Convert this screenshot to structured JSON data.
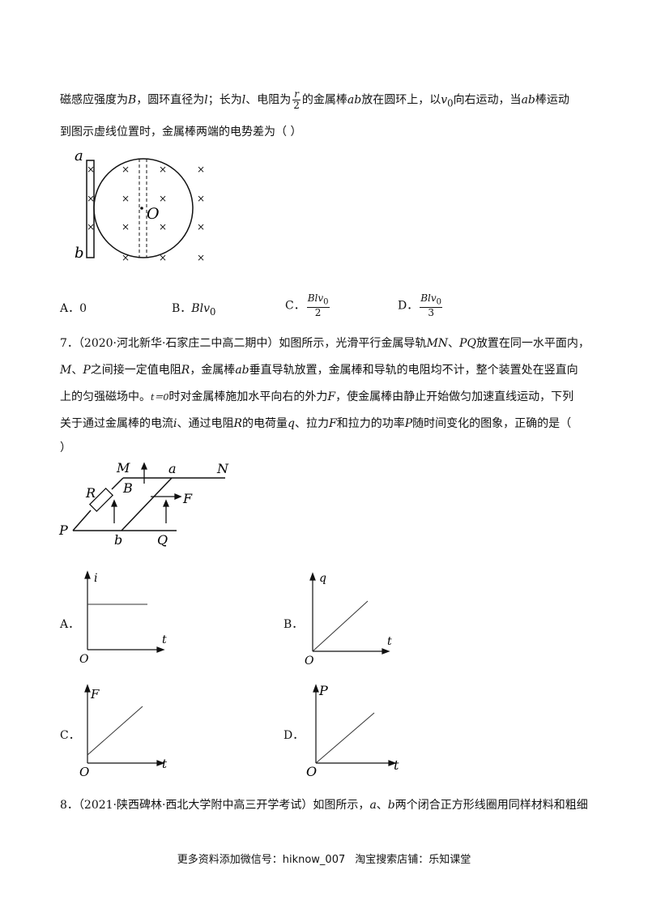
{
  "q6": {
    "line1": {
      "t1": "磁感应强度为",
      "B": "B",
      "t2": "，圆环直径为",
      "l1": "l",
      "t3": "；长为",
      "l2": "l",
      "t4": "、电阻为",
      "r_num": "r",
      "r_den": "2",
      "t5": "的金属棒",
      "ab": "ab",
      "t6": "放在圆环上，以",
      "v0": "v",
      "v0_sub": "0",
      "t7": "向右运动，当",
      "ab2": "ab",
      "t8": "棒运动"
    },
    "line2": "到图示虚线位置时，金属棒两端的电势差为（        ）",
    "figure": {
      "label_a": "a",
      "label_b": "b",
      "label_O": "O",
      "mark": "×"
    },
    "options": {
      "A_label": "A．",
      "A_value": "0",
      "B_label": "B．",
      "B_value": "Blv",
      "B_sub": "0",
      "C_label": "C．",
      "C_num": "Blv",
      "C_num_sub": "0",
      "C_den": "2",
      "D_label": "D．",
      "D_num": "Blv",
      "D_num_sub": "0",
      "D_den": "3"
    }
  },
  "q7": {
    "line1": {
      "t1": "7．（2020·河北新华·石家庄二中高二期中）如图所示，光滑平行金属导轨",
      "MN": "MN",
      "t2": "、",
      "PQ": "PQ",
      "t3": "放置在同一水平面内，"
    },
    "line2": {
      "M": "M",
      "t1": "、",
      "P": "P",
      "t2": "之间接一定值电阻",
      "R": "R",
      "t3": "，金属棒",
      "ab": "ab",
      "t4": "垂直导轨放置，金属棒和导轨的电阻均不计，整个装置处在竖直向"
    },
    "line3": {
      "t1": "上的匀强磁场中。",
      "t0": "t＝0",
      "t2": "时对金属棒施加水平向右的外力",
      "F": "F",
      "t3": "，使金属棒由静止开始做匀加速直线运动，下列"
    },
    "line4": {
      "t1": "关于通过金属棒的电流",
      "i": "i",
      "t2": "、通过电阻",
      "R": "R",
      "t3": "的电荷量",
      "q": "q",
      "t4": "、拉力",
      "F": "F",
      "t5": "和拉力的功率",
      "P": "P",
      "t6": "随时间变化的图象，正确的是（"
    },
    "line5": "）",
    "figure": {
      "M": "M",
      "N": "N",
      "a": "a",
      "b": "b",
      "B": "B",
      "R": "R",
      "F": "F",
      "P": "P",
      "Q": "Q"
    },
    "options": {
      "A_label": "A．",
      "A_y": "i",
      "A_x": "t",
      "A_o": "O",
      "B_label": "B．",
      "B_y": "q",
      "B_x": "t",
      "B_o": "O",
      "C_label": "C．",
      "C_y": "F",
      "C_x": "t",
      "C_o": "O",
      "D_label": "D．",
      "D_y": "P",
      "D_x": "t",
      "D_o": "O"
    }
  },
  "q8": {
    "line1": {
      "t1": "8．（2021·陕西碑林·西北大学附中高三开学考试）如图所示，",
      "a": "a",
      "t2": "、",
      "b": "b",
      "t3": "两个闭合正方形线圈用同样材料和粗细"
    }
  },
  "footer": {
    "t1": "更多资料添加微信号：hiknow_007",
    "t2": "淘宝搜索店铺：乐知课堂"
  }
}
